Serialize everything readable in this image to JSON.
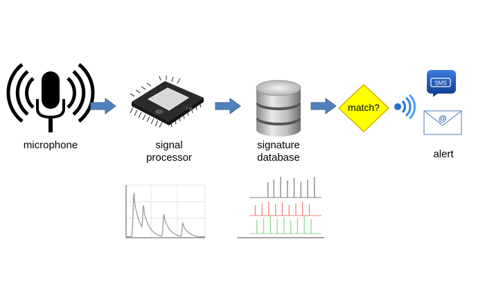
{
  "stages": {
    "microphone": {
      "label": "microphone"
    },
    "processor": {
      "label_line1": "signal",
      "label_line2": "processor",
      "chip_text": "T.M"
    },
    "database": {
      "label_line1": "signature",
      "label_line2": "database"
    },
    "decision": {
      "label": "match?"
    },
    "alert": {
      "label": "alert",
      "sms_text": "SMS",
      "email_text": "@"
    }
  },
  "flow": [
    "microphone",
    "signal processor",
    "signature database",
    "match?",
    "alert"
  ],
  "icons": [
    "microphone-icon",
    "processor-chip-icon",
    "database-icon",
    "wireless-signal-icon",
    "sms-bubble-icon",
    "email-envelope-icon"
  ],
  "colors": {
    "arrow": "#4f81bd",
    "arrow_stroke": "#3a6696",
    "decision_fill": "#ffff00",
    "decision_stroke": "#d4b000",
    "signal_blue": "#1f6fd0",
    "sms_blue": "#1a4fa8",
    "spectrum_line": "#9a9a9a",
    "signature_gray": "#808080",
    "signature_red": "#f08080",
    "signature_green": "#90d890"
  },
  "spectrum_peaks": [
    {
      "freq": 0.1,
      "height": 0.85
    },
    {
      "freq": 0.22,
      "height": 0.62
    },
    {
      "freq": 0.48,
      "height": 0.45
    },
    {
      "freq": 0.72,
      "height": 0.28
    }
  ],
  "signature_rows": [
    {
      "color": "gray",
      "spikes": [
        0.35,
        0.42,
        0.5,
        0.58,
        0.66,
        0.74,
        0.82,
        0.9
      ]
    },
    {
      "color": "red",
      "spikes": [
        0.2,
        0.28,
        0.36,
        0.44,
        0.52,
        0.6,
        0.68,
        0.76,
        0.84
      ]
    },
    {
      "color": "green",
      "spikes": [
        0.22,
        0.3,
        0.38,
        0.46,
        0.54,
        0.62,
        0.7,
        0.78,
        0.86
      ]
    }
  ]
}
